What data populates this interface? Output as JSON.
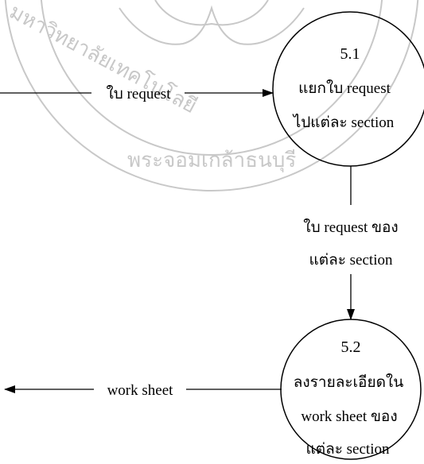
{
  "watermark": {
    "text_left": "มหาวิทยาลัยเทคโนโลยี",
    "text_bottom": "พระจอมเกล้าธนบุรี",
    "color": "#c8c8c8"
  },
  "process_5_1": {
    "number": "5.1",
    "line1": "แยกใบ request",
    "line2": "ไปแต่ละ section"
  },
  "process_5_2": {
    "number": "5.2",
    "line1": "ลงรายละเอียดใน",
    "line2": "work sheet ของ",
    "line3": "แต่ละ section"
  },
  "flows": {
    "in_request": "ใบ request",
    "request_per_section_line1": "ใบ request ของ",
    "request_per_section_line2": "แต่ละ section",
    "out_work_sheet": "work sheet"
  }
}
